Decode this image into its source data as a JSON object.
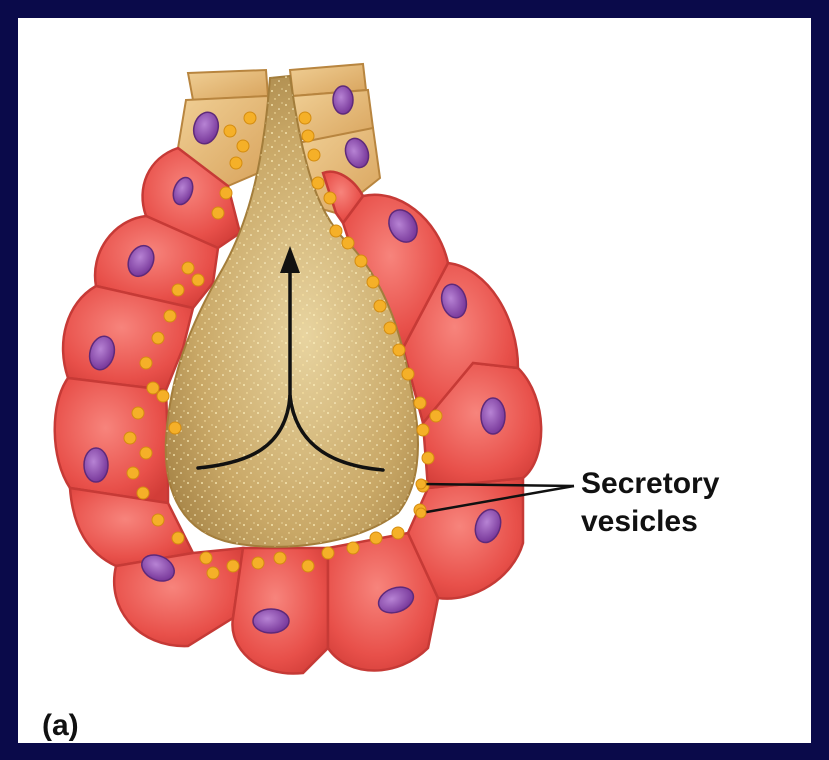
{
  "panel_label": "(a)",
  "callout": {
    "line1": "Secretory",
    "line2": "vesicles"
  },
  "colors": {
    "border": "#0a0a4a",
    "acinar_cell": "#ea5a55",
    "acinar_cell_outline": "#c63a36",
    "duct_cell": "#e3b676",
    "lumen": "#c9a867",
    "nucleus": "#8f4bb0",
    "vesicle": "#f5b028",
    "arrow": "#111111"
  }
}
